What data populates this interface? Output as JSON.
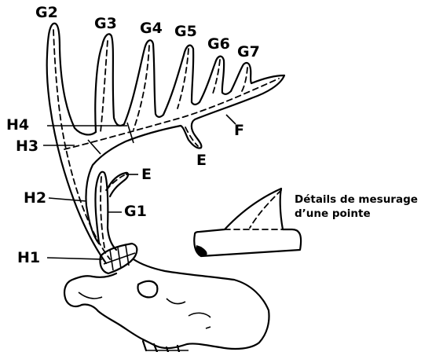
{
  "labels": {
    "G2": "G2",
    "G3": "G3",
    "G4": "G4",
    "G5": "G5",
    "G6": "G6",
    "G7": "G7",
    "H1": "H1",
    "H2": "H2",
    "H3": "H3",
    "H4": "H4",
    "E_upper": "E",
    "E_lower": "E",
    "F": "F",
    "G1": "G1"
  },
  "inset": {
    "line1": "Détails de mesurage",
    "line2": "d’une pointe"
  }
}
